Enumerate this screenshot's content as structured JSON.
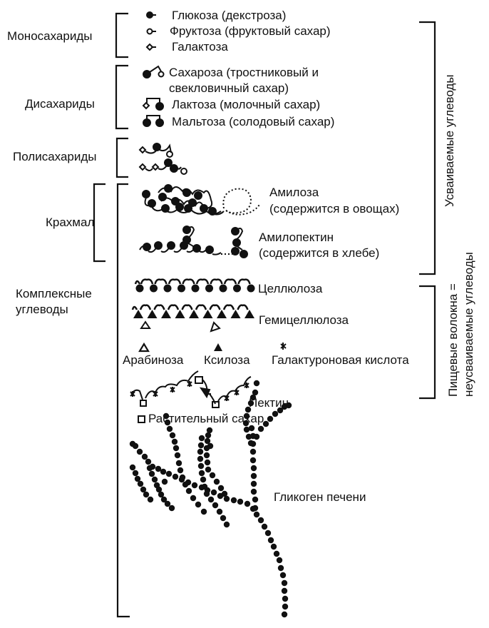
{
  "diagram": {
    "groups": {
      "monosaccharides": "Моносахариды",
      "disaccharides": "Дисахариды",
      "polysaccharides": "Полисахариды",
      "starch": "Крахмал",
      "complex_line1": "Комплексные",
      "complex_line2": "углеводы"
    },
    "monosaccharides": [
      {
        "label": "Глюкоза (декстроза)",
        "icon": "filled-circle-icon"
      },
      {
        "label": "Фруктоза (фруктовый сахар)",
        "icon": "open-circle-icon"
      },
      {
        "label": "Галактоза",
        "icon": "open-diamond-icon"
      }
    ],
    "disaccharides": [
      {
        "label_line1": "Сахароза (тростниковый и",
        "label_line2": "свекловичный сахар)"
      },
      {
        "label": "Лактоза (молочный сахар)"
      },
      {
        "label": "Мальтоза (солодовый сахар)"
      }
    ],
    "starch": {
      "amylose_line1": "Амилоза",
      "amylose_line2": "(содержится в овощах)",
      "amylopectin_line1": "Амилопектин",
      "amylopectin_line2": "(содержится в хлебе)"
    },
    "fibers": {
      "cellulose": "Целлюлоза",
      "hemicellulose": "Гемицеллюлоза",
      "arabinose": "Арабиноза",
      "xylose": "Ксилоза",
      "galacturonic_acid": "Галактуроновая кислота",
      "pectin": "Пектин",
      "plant_sugar": "Растительный сахар"
    },
    "glycogen": "Гликоген печени",
    "right_brackets": {
      "digestible": "Усваиваемые углеводы",
      "fiber_line1": "Пищевые волокна =",
      "fiber_line2": "неусваиваемые углеводы"
    }
  }
}
